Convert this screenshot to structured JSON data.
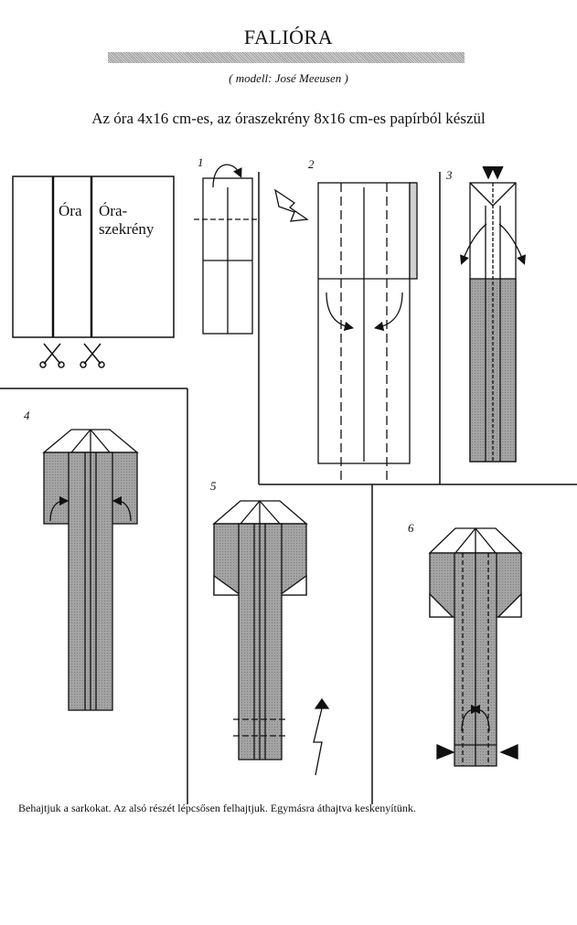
{
  "title": "FALIÓRA",
  "credit": "( modell: José Meeusen )",
  "intro": "Az óra 4x16 cm-es, az óraszekrény 8x16 cm-es papírból készül",
  "labels": {
    "ora": "Óra",
    "oraszekreny_1": "Óra-",
    "oraszekreny_2": "szekrény"
  },
  "steps": [
    "1",
    "2",
    "3",
    "4",
    "5",
    "6"
  ],
  "footer": "Behajtjuk a sarkokat. Az alsó részét lépcsősen felhajtjuk. Egymásra áthajtva keskenyítünk.",
  "colors": {
    "paper_gray": "#9c9c9c",
    "line": "#111111"
  }
}
